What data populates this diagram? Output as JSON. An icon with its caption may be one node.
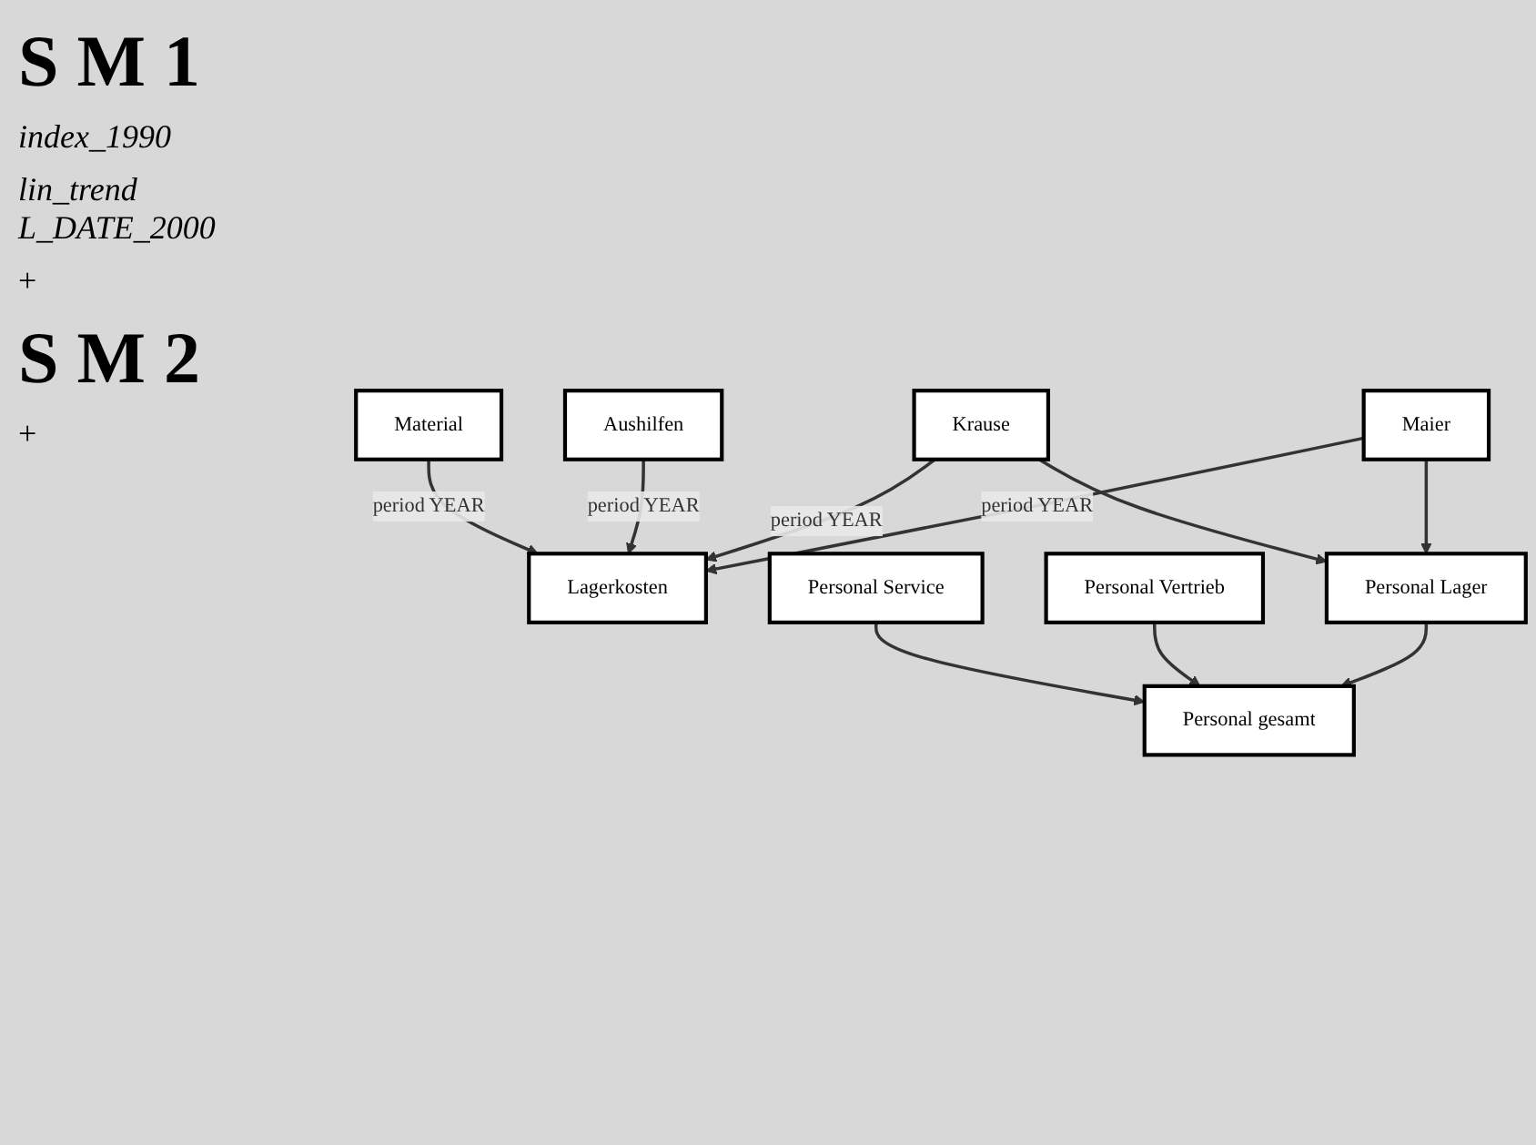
{
  "diagram": {
    "nodes": [
      {
        "text": [
          "Lagerkosten"
        ]
      },
      {
        "text": [
          "Maier"
        ]
      },
      {
        "text": [
          "Krause"
        ]
      },
      {
        "text": [
          "Aushilfen"
        ]
      },
      {
        "text": [
          "Material"
        ]
      },
      {
        "text": [
          "Personal Lager"
        ]
      },
      {
        "text": [
          "Personal Vertrieb"
        ]
      },
      {
        "text": [
          "Personal Service"
        ]
      },
      {
        "text": [
          "Personal gesamt"
        ]
      }
    ],
    "edges": [
      {
        "from": 1,
        "to": 0,
        "arrow": "to",
        "label": "period YEAR"
      },
      {
        "from": 2,
        "to": 0,
        "arrow": "to",
        "label": "period YEAR"
      },
      {
        "from": 3,
        "to": 0,
        "arrow": "to",
        "label": "period YEAR"
      },
      {
        "from": 4,
        "to": 0,
        "arrow": "to",
        "label": "period YEAR"
      },
      {
        "from": 1,
        "to": 5,
        "arrow": "to"
      },
      {
        "from": 2,
        "to": 5,
        "arrow": "to"
      },
      {
        "from": 5,
        "to": 8,
        "arrow": "to"
      },
      {
        "from": 6,
        "to": 8,
        "arrow": "to"
      },
      {
        "from": 7,
        "to": 8,
        "arrow": "to"
      }
    ],
    "labels": [
      "S M 1",
      "index_1990",
      "lin_trend L_DATE_2000",
      "+",
      "S M 2",
      "+"
    ]
  }
}
